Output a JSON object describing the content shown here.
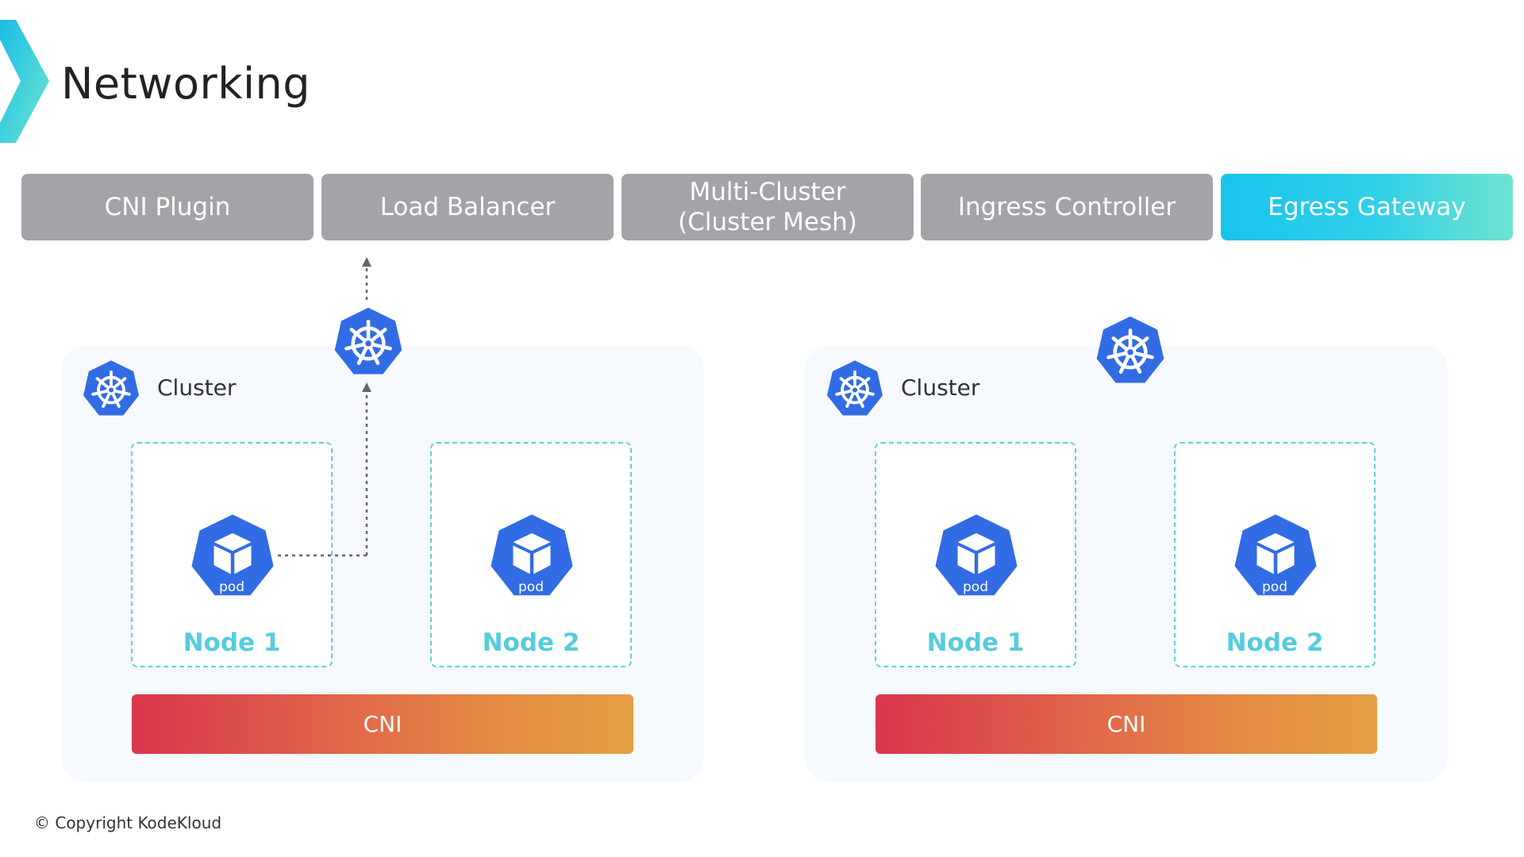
{
  "slide": {
    "title": "Networking"
  },
  "tabs": [
    {
      "label": "CNI Plugin"
    },
    {
      "label": "Load Balancer"
    },
    {
      "label": "Multi-Cluster\n(Cluster Mesh)"
    },
    {
      "label": "Ingress Controller"
    },
    {
      "label": "Egress Gateway"
    }
  ],
  "active_tab": "Egress Gateway",
  "clusters": [
    {
      "label": "Cluster",
      "nodes": [
        {
          "label": "Node 1",
          "pod": "pod"
        },
        {
          "label": "Node 2",
          "pod": "pod"
        }
      ],
      "cni_label": "CNI"
    },
    {
      "label": "Cluster",
      "nodes": [
        {
          "label": "Node 1",
          "pod": "pod"
        },
        {
          "label": "Node 2",
          "pod": "pod"
        }
      ],
      "cni_label": "CNI"
    }
  ],
  "icons": {
    "k8s": "kubernetes-helm-icon",
    "pod": "pod-cube-icon",
    "accent_start": "#18c4ec",
    "accent_end": "#6fe3cf",
    "k8s_blue": "#326ce5",
    "node_text": "#56ccdc"
  },
  "footer": {
    "copyright": "© Copyright KodeKloud"
  }
}
